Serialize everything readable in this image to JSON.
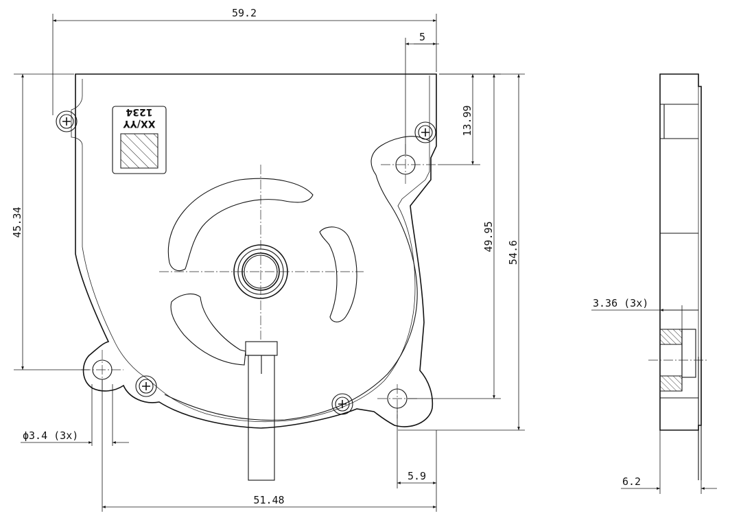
{
  "dimensions": {
    "overall_width": "59.2",
    "top_offset": "5",
    "top_hole_height": "13.99",
    "left_height": "45.34",
    "hole_span_height": "49.95",
    "overall_height": "54.6",
    "hole_diameter": "ϕ3.4 (3x)",
    "right_offset": "5.9",
    "hole_span_width": "51.48",
    "mount_thickness": "3.36 (3x)",
    "thickness": "6.2"
  },
  "label": {
    "line1": "XX/YY",
    "line2": "1234"
  }
}
